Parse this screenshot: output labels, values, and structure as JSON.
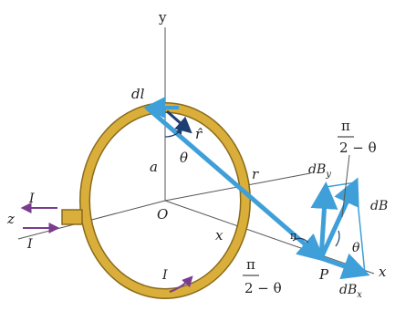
{
  "colors": {
    "loop_fill": "#d9ae3a",
    "loop_edge": "#8a6a1a",
    "vector_blue": "#3f9fd8",
    "dark_blue": "#1d3f72",
    "current_purple": "#7a3c8e",
    "axis_line": "#555555",
    "text": "#222222"
  },
  "labels": {
    "axis_y": "y",
    "axis_x": "x",
    "axis_x_far": "x",
    "axis_z": "z",
    "origin": "O",
    "radius": "a",
    "theta_top": "θ",
    "theta_bottom": "θ",
    "dl": "dl",
    "r_hat": "r̂",
    "r_vec": "r",
    "dBy": "dB",
    "dBy_sub": "y",
    "dB": "dB",
    "dBx": "dB",
    "dBx_sub": "x",
    "point": "P",
    "x_dist": "x",
    "pi_top": "π",
    "two_minus_theta_top": "2 − θ",
    "pi_bottom": "π",
    "two_minus_theta_bottom": "2 − θ",
    "pi_small": "π",
    "current_upper": "I",
    "current_lower": "I",
    "current_loop": "I"
  }
}
